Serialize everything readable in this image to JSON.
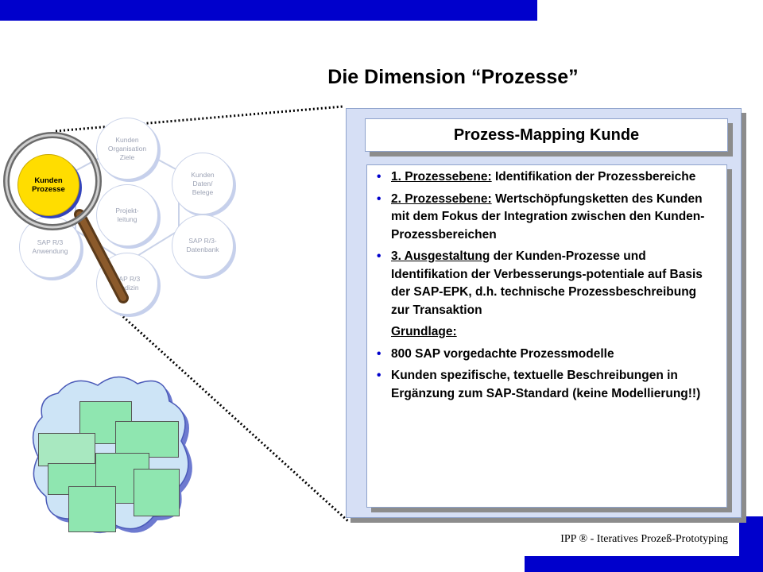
{
  "page": {
    "title": "Die Dimension “Prozesse”"
  },
  "panel": {
    "title": "Prozess-Mapping Kunde",
    "items": [
      {
        "pre": "",
        "u": "1. Prozessebene:",
        "rest": " Identifikation der Prozessbereiche"
      },
      {
        "pre": "",
        "u": "2. Prozessebene:",
        "rest": " Wertschöpfungsketten des Kunden mit dem Fokus der Integration zwischen den Kunden-Prozessbereichen"
      },
      {
        "pre": "",
        "u": "3. Ausgestaltung",
        "rest": " der Kunden-Prozesse  und Identifikation der Verbesserungs-potentiale auf Basis der SAP-EPK, d.h. technische Prozessbeschreibung zur Transaktion"
      }
    ],
    "grundlage": "Grundlage:",
    "items2": [
      "800 SAP vorgedachte Prozessmodelle",
      "Kunden spezifische, textuelle Beschreibungen in Ergänzung zum SAP-Standard (keine Modellierung!!)"
    ]
  },
  "diagram": {
    "center": "Projekt-\nleitung",
    "kunden_prozesse": "Kunden\nProzesse",
    "organisation": "Kunden\nOrganisation\nZiele",
    "daten": "Kunden\nDaten/\nBelege",
    "datenbank": "SAP R/3-\nDatenbank",
    "medizin": "SAP R/3\nMedizin",
    "anwendung": "SAP R/3\nAnwendung"
  },
  "footer": {
    "text": "IPP ® - Iteratives Prozeß-Prototyping"
  },
  "colors": {
    "accent": "#0000cc",
    "panel": "#d6dff5",
    "highlight": "#ffdd00"
  }
}
